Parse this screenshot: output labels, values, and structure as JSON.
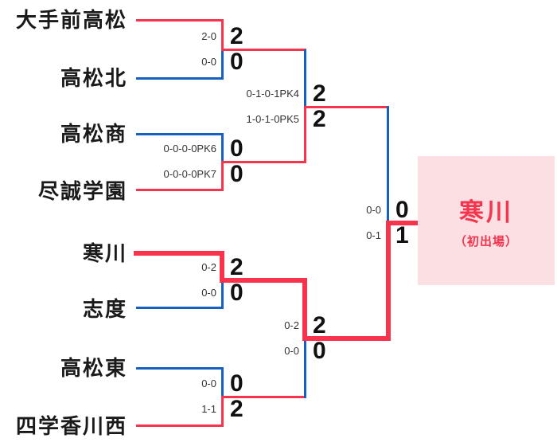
{
  "bracket": {
    "teams": [
      {
        "name": "大手前高松"
      },
      {
        "name": "高松北"
      },
      {
        "name": "高松商"
      },
      {
        "name": "尽誠学園"
      },
      {
        "name": "寒川"
      },
      {
        "name": "志度"
      },
      {
        "name": "高松東"
      },
      {
        "name": "四学香川西"
      }
    ],
    "matches": {
      "r1m1": {
        "detail_top": "2-0",
        "score_top": "2",
        "detail_bottom": "0-0",
        "score_bottom": "0"
      },
      "r1m2": {
        "detail_top": "0-0-0-0PK6",
        "score_top": "0",
        "detail_bottom": "0-0-0-0PK7",
        "score_bottom": "0"
      },
      "r1m3": {
        "detail_top": "0-2",
        "score_top": "2",
        "detail_bottom": "0-0",
        "score_bottom": "0"
      },
      "r1m4": {
        "detail_top": "0-0",
        "score_top": "0",
        "detail_bottom": "1-1",
        "score_bottom": "2"
      },
      "sf1": {
        "detail_top": "0-1-0-1PK4",
        "score_top": "2",
        "detail_bottom": "1-0-1-0PK5",
        "score_bottom": "2"
      },
      "sf2": {
        "detail_top": "0-2",
        "score_top": "2",
        "detail_bottom": "0-0",
        "score_bottom": "0"
      },
      "final": {
        "detail_top": "0-0",
        "score_top": "0",
        "detail_bottom": "0-1",
        "score_bottom": "1"
      }
    },
    "champion": {
      "name": "寒川",
      "note": "（初出場）"
    },
    "colors": {
      "line_red": "#f8334b",
      "line_blue": "#1560c0",
      "winner_path": "#f8334b",
      "champion_bg": "#fcdfe3",
      "champion_text": "#f5344e"
    }
  }
}
